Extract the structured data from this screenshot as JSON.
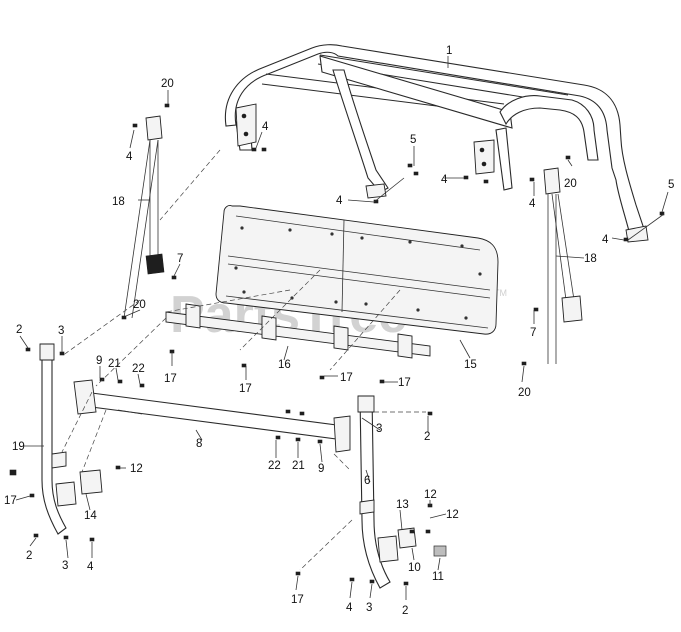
{
  "watermark": {
    "text": "PartsTree",
    "tm": "TM"
  },
  "labels": {
    "l1": "1",
    "l20a": "20",
    "l4a": "4",
    "l4b": "4",
    "l5a": "5",
    "l4c": "4",
    "l4d": "4",
    "l20b": "20",
    "l4e": "4",
    "l18a": "18",
    "l7a": "7",
    "l5b": "5",
    "l4f": "4",
    "l18b": "18",
    "l20c": "20",
    "l7b": "7",
    "l2a": "2",
    "l3a": "3",
    "l16": "16",
    "l15": "15",
    "l17a": "17",
    "l17b": "17",
    "l17c": "17",
    "l17d": "17",
    "l9a": "9",
    "l21a": "21",
    "l22a": "22",
    "l20d": "20",
    "l8": "8",
    "l22b": "22",
    "l21b": "21",
    "l9b": "9",
    "l3b": "3",
    "l2b": "2",
    "l19": "19",
    "l12a": "12",
    "l6": "6",
    "l17e": "17",
    "l14": "14",
    "l13": "13",
    "l12b": "12",
    "l12c": "12",
    "l2c": "2",
    "l3c": "3",
    "l4g": "4",
    "l10": "10",
    "l11": "11",
    "l17f": "17",
    "l4h": "4",
    "l3d": "3",
    "l2d": "2"
  }
}
